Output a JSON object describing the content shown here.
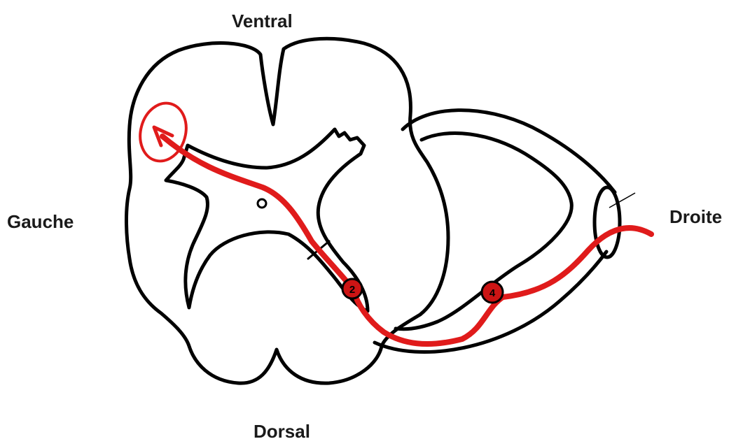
{
  "labels": {
    "ventral": "Ventral",
    "dorsal": "Dorsal",
    "gauche": "Gauche",
    "droite": "Droite"
  },
  "markers": [
    {
      "id": "dorsal-root-entry",
      "text": "2"
    },
    {
      "id": "ganglion",
      "text": "4"
    }
  ],
  "colors": {
    "outline": "#000000",
    "pathway": "#e01b1b",
    "marker_fill": "#cc1414",
    "label_text": "#1a1a1a",
    "background": "#ffffff"
  }
}
